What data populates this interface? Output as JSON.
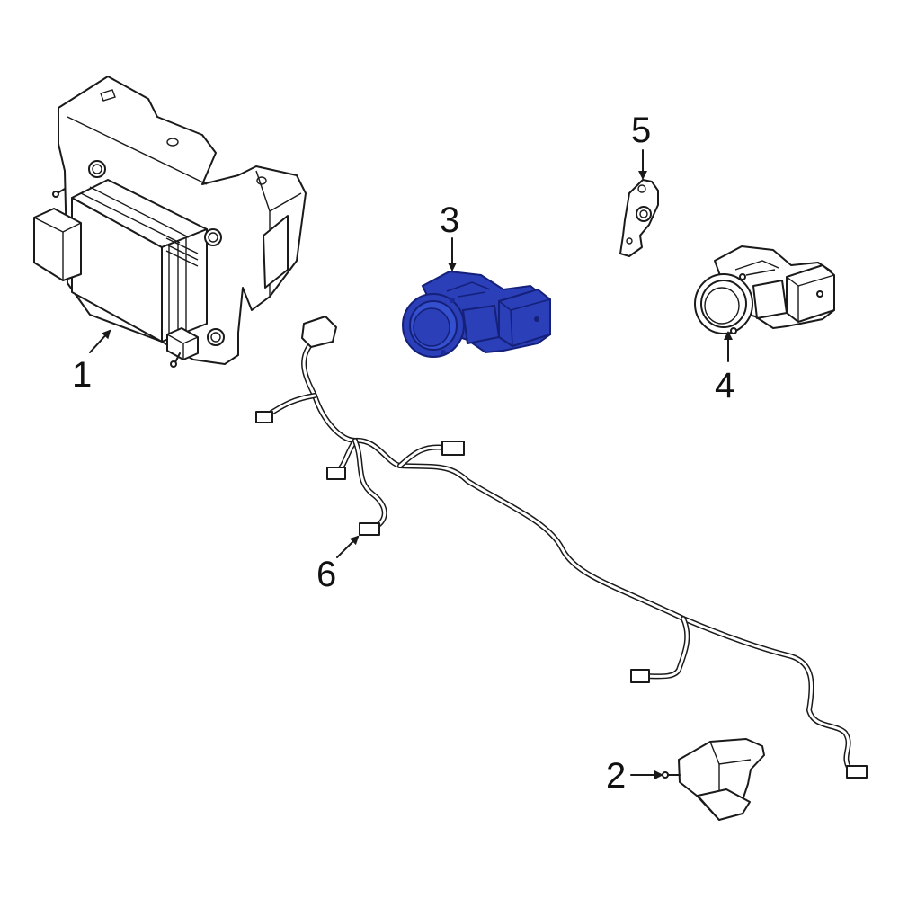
{
  "callouts": [
    {
      "id": "1",
      "label": "1"
    },
    {
      "id": "2",
      "label": "2"
    },
    {
      "id": "3",
      "label": "3"
    },
    {
      "id": "4",
      "label": "4"
    },
    {
      "id": "5",
      "label": "5"
    },
    {
      "id": "6",
      "label": "6"
    }
  ],
  "colors": {
    "highlight": "#2a3fb8",
    "highlight_dark": "#15207a",
    "line": "#1a1a1a",
    "background": "#ffffff"
  }
}
